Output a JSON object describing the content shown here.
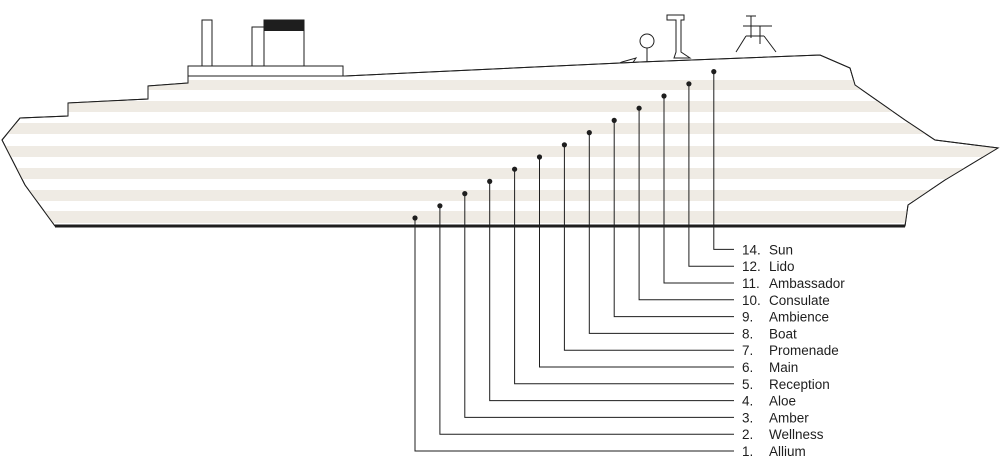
{
  "decks": [
    {
      "number": "1.",
      "name": "Allium"
    },
    {
      "number": "2.",
      "name": "Wellness"
    },
    {
      "number": "3.",
      "name": "Amber"
    },
    {
      "number": "4.",
      "name": "Aloe"
    },
    {
      "number": "5.",
      "name": "Reception"
    },
    {
      "number": "6.",
      "name": "Main"
    },
    {
      "number": "7.",
      "name": "Promenade"
    },
    {
      "number": "8.",
      "name": "Boat"
    },
    {
      "number": "9.",
      "name": "Ambience"
    },
    {
      "number": "10.",
      "name": "Consulate"
    },
    {
      "number": "11.",
      "name": "Ambassador"
    },
    {
      "number": "12.",
      "name": "Lido"
    },
    {
      "number": "14.",
      "name": "Sun"
    }
  ],
  "colors": {
    "line": "#1e1e1e",
    "stripe": "#efebe4",
    "background": "#ffffff"
  },
  "icons": {
    "ship": "cruise-ship-side-profile-icon"
  }
}
